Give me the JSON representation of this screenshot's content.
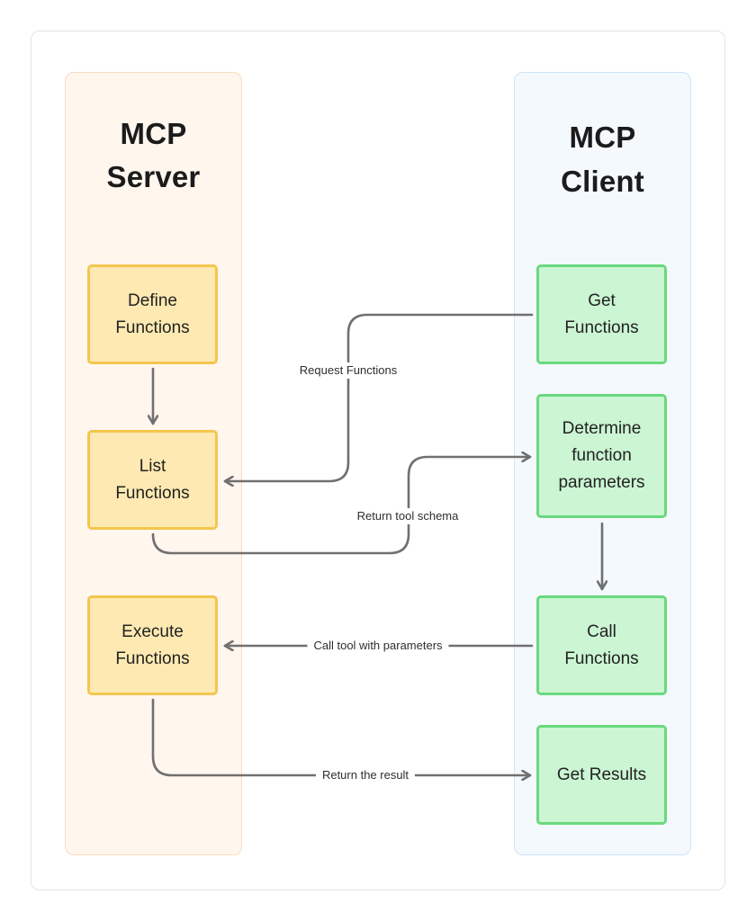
{
  "server": {
    "title_line1": "MCP",
    "title_line2": "Server",
    "steps": [
      "Define\nFunctions",
      "List\nFunctions",
      "Execute\nFunctions"
    ]
  },
  "client": {
    "title_line1": "MCP",
    "title_line2": "Client",
    "steps": [
      "Get\nFunctions",
      "Determine\nfunction\nparameters",
      "Call\nFunctions",
      "Get Results"
    ]
  },
  "edges": {
    "request_functions": "Request Functions",
    "return_tool_schema": "Return tool schema",
    "call_tool": "Call tool with parameters",
    "return_result": "Return the result"
  },
  "colors": {
    "server_lane_fill": "#fff6ee",
    "server_box_fill": "#fde9b1",
    "server_box_border": "#f3c64e",
    "client_lane_fill": "#f4f9fe",
    "client_box_fill": "#cbf5d3",
    "client_box_border": "#69d97e",
    "arrow": "#707070"
  }
}
